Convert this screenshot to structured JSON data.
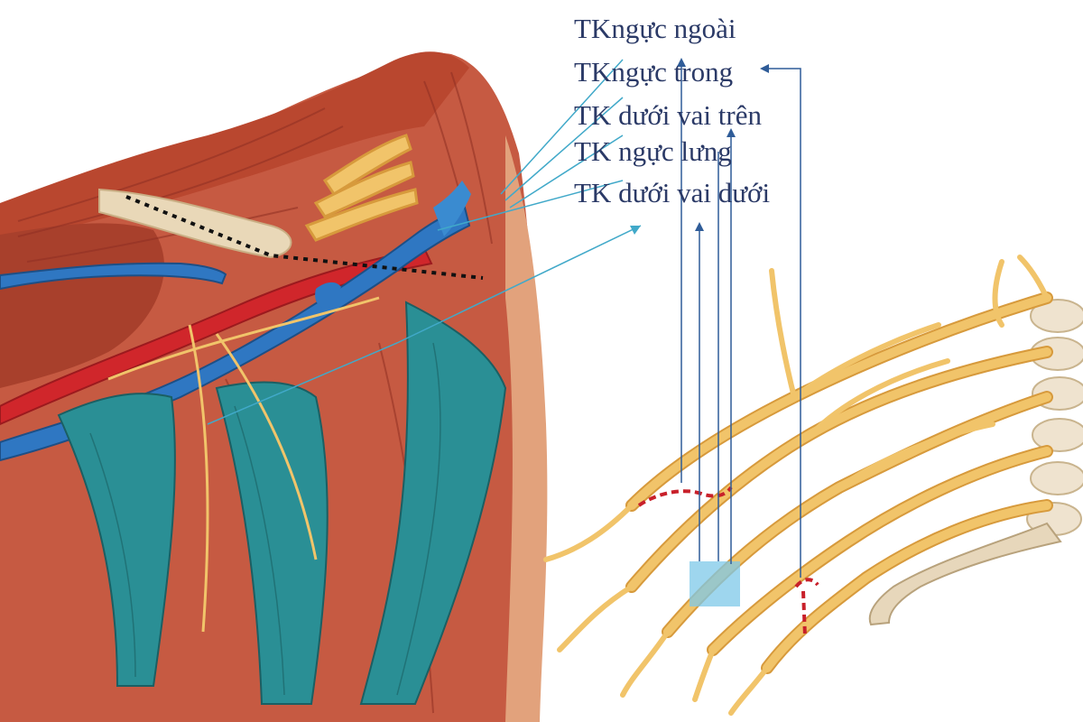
{
  "labels": [
    "TKngực ngoài",
    "TKngực trong",
    "TK dưới vai trên",
    "TK ngực lưng",
    "TK dưới vai dưới"
  ],
  "colors": {
    "label_text": "#2b3a67",
    "pointer_line": "#41a9c9",
    "arrow_line": "#2f5c98",
    "muscle": "#c0523c",
    "muscle_dark": "#8f2f23",
    "muscle_teal": "#2a8f95",
    "artery": "#d0262b",
    "vein": "#2f77c2",
    "nerve": "#f1c46a",
    "nerve_outline": "#d79a3c",
    "bone": "#efe3cf",
    "cut_mark": "#c8202a",
    "highlight_box": "#7ec8e8",
    "dotted_line": "#111111"
  },
  "icons": [
    "shoulder-dissection-illustration",
    "brachial-plexus-illustration"
  ]
}
